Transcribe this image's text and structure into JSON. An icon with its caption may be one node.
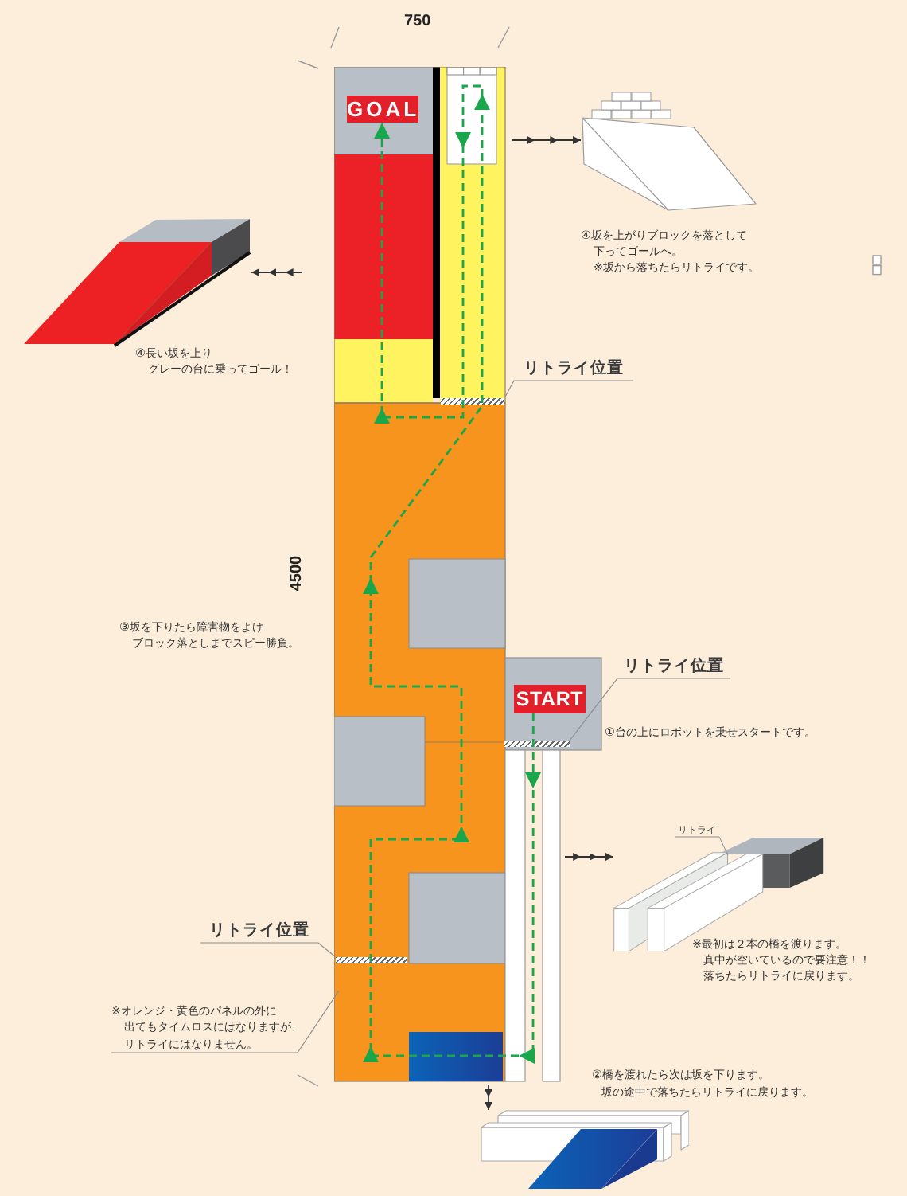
{
  "diagram": {
    "nodes": [
      {
        "text": [
          "GOAL"
        ]
      },
      {
        "text": [],
        "shape": "picture",
        "beside": [
          "④坂を上がりブロックを落として下ってゴールへ。",
          "※坂から落ちたらリトライです。"
        ]
      },
      {
        "text": [],
        "shape": "picture",
        "beside": [
          "④長い坂を上りグレーの台に乗ってゴール！"
        ]
      },
      {
        "text": [
          "リトライ位置"
        ]
      },
      {
        "text": [],
        "shape": "bar"
      },
      {
        "text": [
          "START"
        ]
      },
      {
        "text": [
          "リトライ位置"
        ]
      },
      {
        "text": [],
        "shape": "bar"
      },
      {
        "text": [],
        "shape": "picture",
        "beside": [
          "※最初は２本の橋を渡ります。真中が空いているので要注意！！落ちたらリトライに戻ります。"
        ]
      },
      {
        "text": [
          "リトライ"
        ]
      },
      {
        "text": [
          "リトライ位置"
        ]
      },
      {
        "text": [],
        "shape": "bar"
      },
      {
        "text": [
          "※オレンジ・黄色のパネルの外に出てもタイムロスにはなりますが、リトライにはなりません。"
        ]
      },
      {
        "text": [],
        "shape": "picture",
        "beside": [
          "②橋を渡れたら次は坂を下ります。坂の途中で落ちたらリトライに戻ります。"
        ]
      }
    ],
    "edges": [
      {
        "from": 5,
        "to": 0,
        "arrow": "to",
        "style": "dashed",
        "color": "#1aa64b"
      },
      {
        "from": null,
        "to": 1,
        "arrow": "to",
        "color": "#333333"
      },
      {
        "from": null,
        "to": 2,
        "arrow": "to",
        "color": "#333333"
      },
      {
        "from": 3,
        "to": 4,
        "arrow": "none"
      },
      {
        "from": 6,
        "to": 7,
        "arrow": "none"
      },
      {
        "from": null,
        "to": 8,
        "arrow": "to",
        "color": "#333333"
      },
      {
        "from": 9,
        "to": 8,
        "arrow": "none"
      },
      {
        "from": 10,
        "to": 11,
        "arrow": "none"
      },
      {
        "from": 12,
        "to": null,
        "arrow": "none"
      },
      {
        "from": null,
        "to": 13,
        "arrow": "to",
        "color": "#333333"
      }
    ],
    "labels": [
      "750",
      "4500",
      "③坂を下りたら障害物をよけブロック落としまでスピー勝負。",
      "①台の上にロボットを乗せスタートです。"
    ]
  }
}
